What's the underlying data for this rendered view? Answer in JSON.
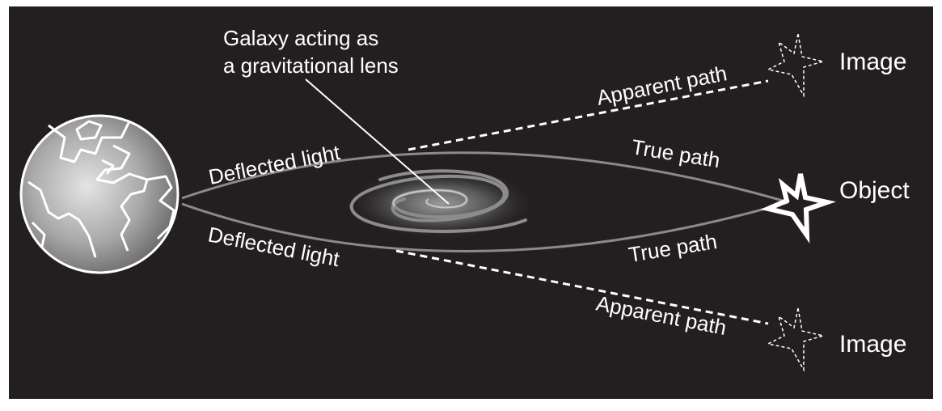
{
  "diagram": {
    "lens_label": [
      "Galaxy acting as",
      "a gravitational lens"
    ],
    "upper_deflected": "Deflected light",
    "lower_deflected": "Deflected light",
    "upper_apparent": "Apparent path",
    "lower_apparent": "Apparent path",
    "upper_true": "True path",
    "lower_true": "True path",
    "object_label": "Object",
    "upper_image_label": "Image",
    "lower_image_label": "Image"
  },
  "icons": {
    "earth": "earth-globe-icon",
    "galaxy": "spiral-galaxy-icon",
    "object": "star-outline-icon",
    "image": "dashed-star-icon"
  },
  "colors": {
    "background": "#231f20",
    "frame": "#ffffff",
    "light_path": "#8a8a8a",
    "apparent_path": "#ffffff",
    "text": "#ffffff"
  }
}
